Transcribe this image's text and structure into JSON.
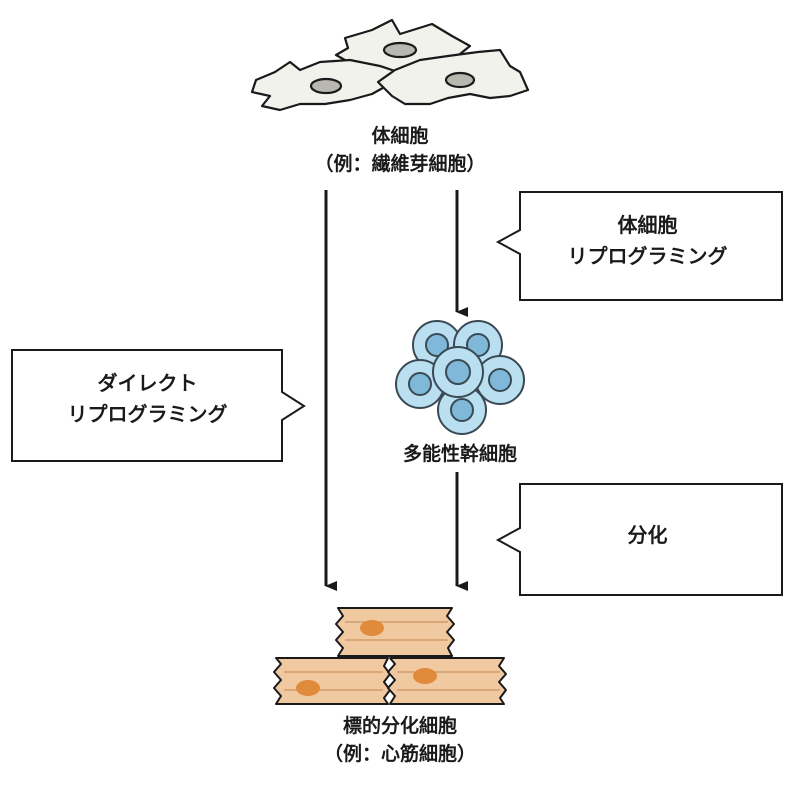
{
  "nodes": {
    "somatic_cell": {
      "line1": "体細胞",
      "line2": "（例：繊維芽細胞）"
    },
    "pluripotent_stem_cell": {
      "line1": "多能性幹細胞"
    },
    "target_cell": {
      "line1": "標的分化細胞",
      "line2": "（例：心筋細胞）"
    }
  },
  "callouts": {
    "somatic_reprogramming": {
      "line1": "体細胞",
      "line2": "リプログラミング"
    },
    "direct_reprogramming": {
      "line1": "ダイレクト",
      "line2": "リプログラミング"
    },
    "differentiation": {
      "line1": "分化"
    }
  },
  "colors": {
    "fibroblast_fill": "#f2f2ec",
    "fibroblast_nucleus": "#b8b8b0",
    "stem_cell_fill": "#b9dff0",
    "stem_cell_nucleus": "#7fb8d8",
    "muscle_fill": "#f0c9a0",
    "muscle_nucleus": "#e08a3c",
    "arrow": "#1a1a1a"
  }
}
